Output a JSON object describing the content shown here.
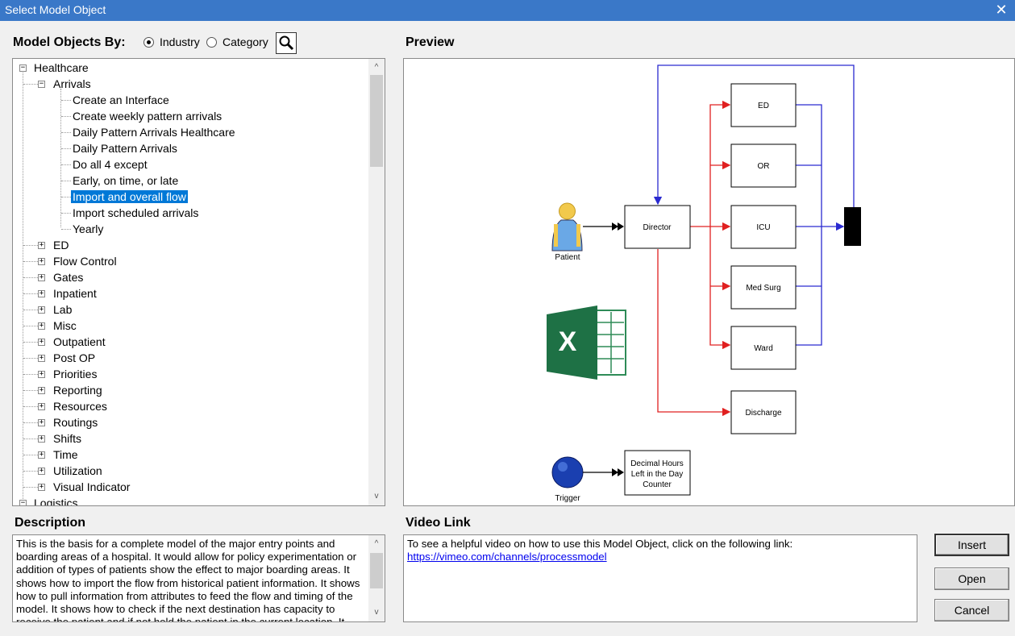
{
  "window": {
    "title": "Select Model Object",
    "close_glyph": "✕"
  },
  "header": {
    "model_objects_by": "Model Objects By:",
    "radio_industry": "Industry",
    "radio_category": "Category",
    "selected": "Industry",
    "preview_label": "Preview",
    "description_label": "Description",
    "video_link_label": "Video Link"
  },
  "tree": {
    "root": "Healthcare",
    "group": "Arrivals",
    "arrivals_items": [
      "Create an Interface",
      "Create weekly pattern arrivals",
      "Daily Pattern Arrivals Healthcare",
      "Daily Pattern Arrivals",
      "Do all 4 except",
      "Early, on time, or late",
      "Import and overall flow",
      "Import scheduled arrivals",
      "Yearly"
    ],
    "selected_item": "Import and overall flow",
    "collapsed_groups": [
      "ED",
      "Flow Control",
      "Gates",
      "Inpatient",
      "Lab",
      "Misc",
      "Outpatient",
      "Post OP",
      "Priorities",
      "Reporting",
      "Resources",
      "Routings",
      "Shifts",
      "Time",
      "Utilization",
      "Visual Indicator"
    ],
    "next_root": "Logistics"
  },
  "preview": {
    "nodes": {
      "patient": "Patient",
      "director": "Director",
      "ed": "ED",
      "or": "OR",
      "icu": "ICU",
      "med_surg": "Med Surg",
      "ward": "Ward",
      "discharge": "Discharge",
      "trigger": "Trigger",
      "counter_line1": "Decimal Hours",
      "counter_line2": "Left in the Day",
      "counter_line3": "Counter"
    },
    "excel_letter": "X",
    "colors": {
      "route_red": "#e02020",
      "route_blue": "#2a2ad0",
      "excel_green": "#1e7145"
    }
  },
  "description": {
    "text": "This is the basis for a complete model of the major entry points and boarding areas of a hospital. It would allow for policy experimentation or addition of types of patients show the effect to major boarding areas. It shows how to import the flow from historical patient information. It shows how to pull information from attributes to feed the flow and timing of the model. It shows how to check if the next destination has capacity to receive the patient and if not hold the patient in the current location. It"
  },
  "video": {
    "intro": "To see a helpful video on how to use this Model Object, click on the following link:",
    "url": "https://vimeo.com/channels/processmodel"
  },
  "buttons": {
    "insert": "Insert",
    "open": "Open",
    "cancel": "Cancel"
  },
  "icons": {
    "search": "search-icon",
    "scroll_up": "▲",
    "scroll_down": "▼",
    "scroll_up_small": "^",
    "scroll_down_small": "v"
  }
}
